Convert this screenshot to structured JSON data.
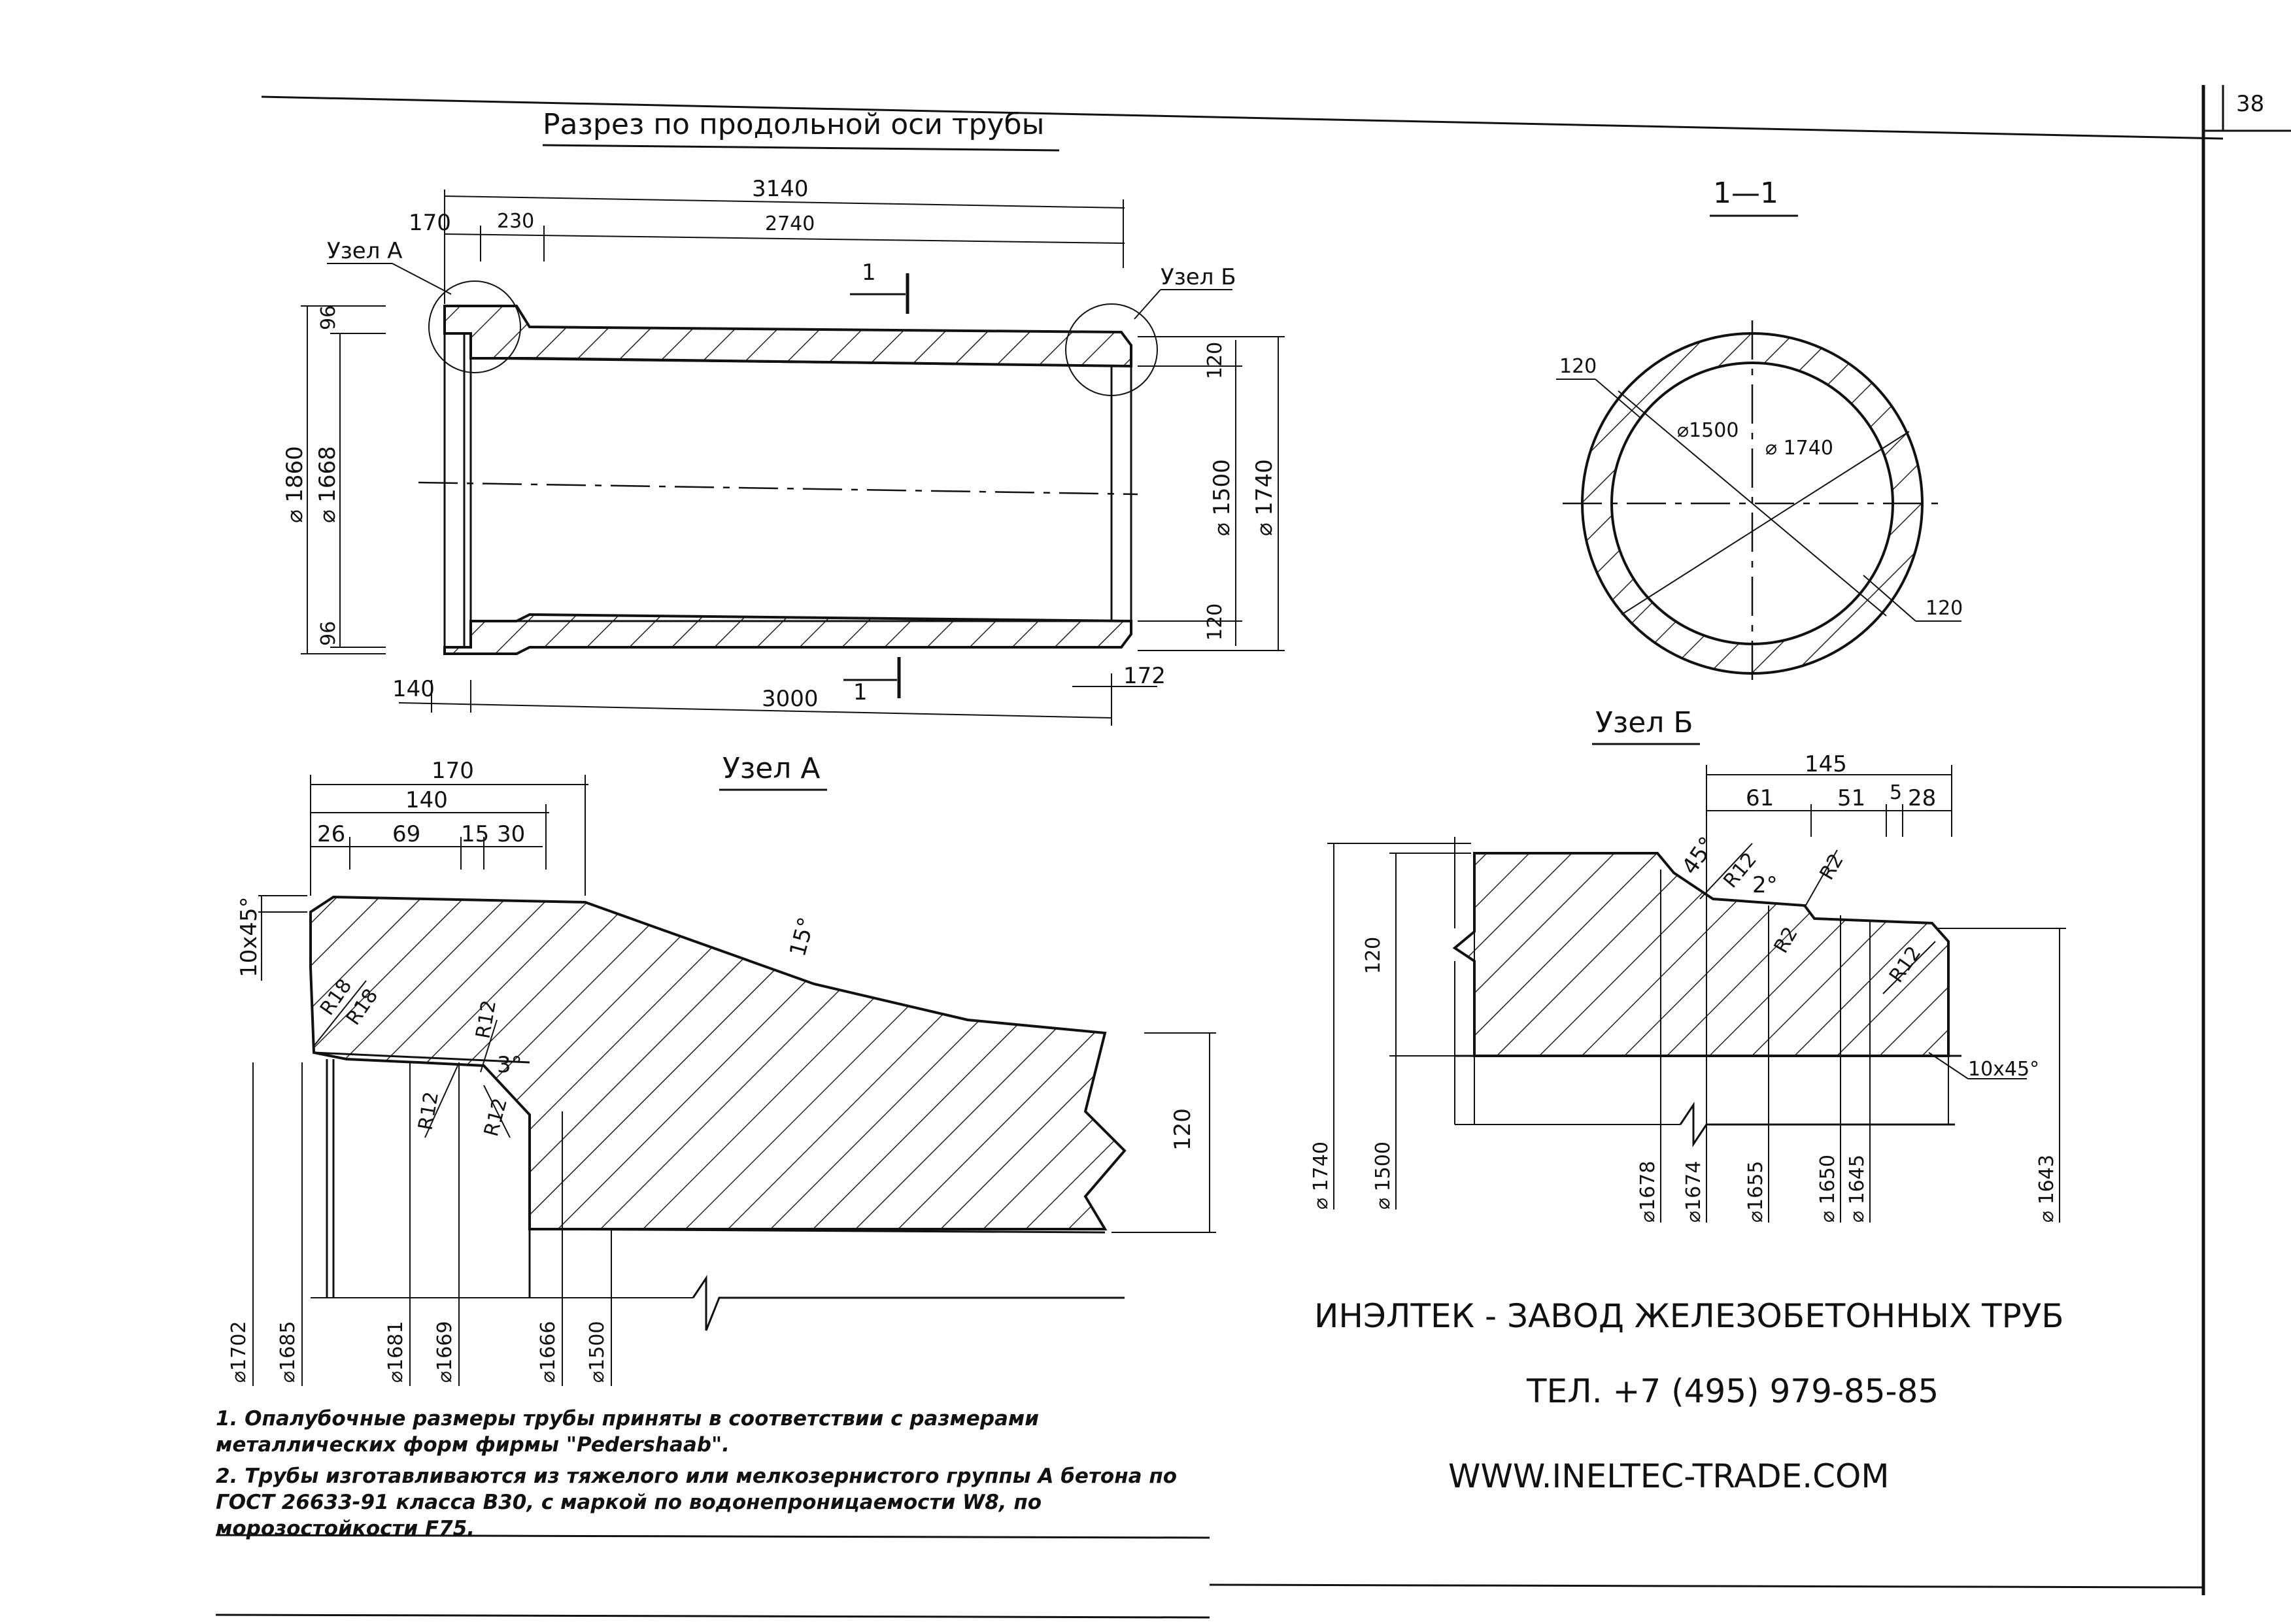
{
  "page_number": "38",
  "views": {
    "longitudinal": {
      "title": "Разрез по продольной оси трубы",
      "node_a_label": "Узел А",
      "node_b_label": "Узел Б",
      "section_mark": "1",
      "dims": {
        "d3140": "3140",
        "d170": "170",
        "d230": "230",
        "d2740": "2740",
        "d96_top": "96",
        "d96_bot": "96",
        "d1860": "⌀ 1860",
        "d1668": "⌀ 1668",
        "d120_top": "120",
        "d120_bot": "120",
        "d1500": "⌀ 1500",
        "d1740": "⌀ 1740",
        "d140": "140",
        "d3000": "3000",
        "d172": "172"
      }
    },
    "section_1_1": {
      "title": "1—1",
      "dims": {
        "d120_a": "120",
        "d120_b": "120",
        "d1500": "⌀1500",
        "d1740": "⌀ 1740"
      }
    },
    "node_a": {
      "title": "Узел А",
      "dims": {
        "d170": "170",
        "d140": "140",
        "d26": "26",
        "d69": "69",
        "d15": "15",
        "d30": "30",
        "chamfer": "10x45°",
        "angle15": "15°",
        "r18a": "R18",
        "r18b": "R18",
        "r12a": "R12",
        "r12b": "R12",
        "r12c": "R12",
        "angle3": "3°",
        "d120": "120",
        "d1702": "⌀1702",
        "d1685": "⌀1685",
        "d1681": "⌀1681",
        "d1669": "⌀1669",
        "d1666": "⌀1666",
        "d1500": "⌀1500"
      }
    },
    "node_b": {
      "title": "Узел Б",
      "dims": {
        "d145": "145",
        "d61": "61",
        "d51": "51",
        "d5": "5",
        "d28": "28",
        "angle45": "45°",
        "r12a": "R12",
        "angle2": "2°",
        "r2a": "R2",
        "r2b": "R2",
        "r12b": "R12",
        "chamfer": "10x45°",
        "d120": "120",
        "d1740": "⌀ 1740",
        "d1500": "⌀ 1500",
        "d1678": "⌀1678",
        "d1674": "⌀1674",
        "d1655": "⌀1655",
        "d1650": "⌀ 1650",
        "d1645": "⌀ 1645",
        "d1643": "⌀ 1643"
      }
    }
  },
  "notes": [
    "1. Опалубочные размеры трубы приняты в соответствии с размерами металлических форм фирмы \"Pedershaab\".",
    "2. Трубы изготавливаются из тяжелого или мелкозернистого группы А бетона по ГОСТ 26633-91 класса В30, с маркой по водонепроницаемости W8, по морозостойкости F75."
  ],
  "company": {
    "name": "ИНЭЛТЕК - ЗАВОД ЖЕЛЕЗОБЕТОННЫХ ТРУБ",
    "phone": "ТЕЛ. +7 (495) 979-85-85",
    "website": "WWW.INELTEC-TRADE.COM"
  }
}
